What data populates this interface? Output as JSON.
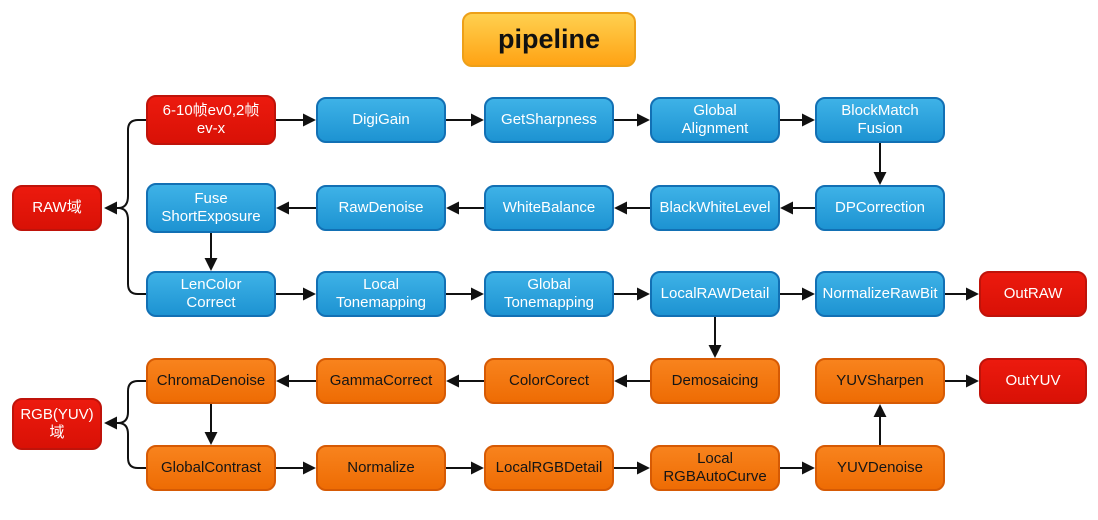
{
  "title": {
    "label": "pipeline"
  },
  "colors": {
    "blue_node": "#1d93d2",
    "orange_node": "#ee6c04",
    "red_node": "#d91106",
    "title_fill": "#ffa314",
    "connector": "#111111"
  },
  "nodes": {
    "input_frames": {
      "label": "6-10帧ev0,2帧\nev-x"
    },
    "digi_gain": {
      "label": "DigiGain"
    },
    "get_sharpness": {
      "label": "GetSharpness"
    },
    "global_alignment": {
      "label": "Global\nAlignment"
    },
    "block_match_fusion": {
      "label": "BlockMatch\nFusion"
    },
    "raw_domain": {
      "label": "RAW域"
    },
    "fuse_short_exposure": {
      "label": "Fuse\nShortExposure"
    },
    "raw_denoise": {
      "label": "RawDenoise"
    },
    "white_balance": {
      "label": "WhiteBalance"
    },
    "black_white_level": {
      "label": "BlackWhiteLevel"
    },
    "dp_correction": {
      "label": "DPCorrection"
    },
    "len_color_correct": {
      "label": "LenColor\nCorrect"
    },
    "local_tonemapping": {
      "label": "Local\nTonemapping"
    },
    "global_tonemapping": {
      "label": "Global\nTonemapping"
    },
    "local_raw_detail": {
      "label": "LocalRAWDetail"
    },
    "normalize_raw_bit": {
      "label": "NormalizeRawBit"
    },
    "out_raw": {
      "label": "OutRAW"
    },
    "chroma_denoise": {
      "label": "ChromaDenoise"
    },
    "gamma_correct": {
      "label": "GammaCorrect"
    },
    "color_corect": {
      "label": "ColorCorect"
    },
    "demosaicing": {
      "label": "Demosaicing"
    },
    "yuv_sharpen": {
      "label": "YUVSharpen"
    },
    "out_yuv": {
      "label": "OutYUV"
    },
    "rgb_domain": {
      "label": "RGB(YUV)\n域"
    },
    "global_contrast": {
      "label": "GlobalContrast"
    },
    "normalize": {
      "label": "Normalize"
    },
    "local_rgb_detail": {
      "label": "LocalRGBDetail"
    },
    "local_rgb_auto_curve": {
      "label": "Local\nRGBAutoCurve"
    },
    "yuv_denoise": {
      "label": "YUVDenoise"
    }
  },
  "edges": [
    {
      "from": "input_frames",
      "to": "digi_gain"
    },
    {
      "from": "digi_gain",
      "to": "get_sharpness"
    },
    {
      "from": "get_sharpness",
      "to": "global_alignment"
    },
    {
      "from": "global_alignment",
      "to": "block_match_fusion"
    },
    {
      "from": "block_match_fusion",
      "to": "dp_correction"
    },
    {
      "from": "dp_correction",
      "to": "black_white_level"
    },
    {
      "from": "black_white_level",
      "to": "white_balance"
    },
    {
      "from": "white_balance",
      "to": "raw_denoise"
    },
    {
      "from": "raw_denoise",
      "to": "fuse_short_exposure"
    },
    {
      "from": "fuse_short_exposure",
      "to": "len_color_correct"
    },
    {
      "from": "input_frames",
      "to": "raw_domain"
    },
    {
      "from": "len_color_correct",
      "to": "raw_domain"
    },
    {
      "from": "len_color_correct",
      "to": "local_tonemapping"
    },
    {
      "from": "local_tonemapping",
      "to": "global_tonemapping"
    },
    {
      "from": "global_tonemapping",
      "to": "local_raw_detail"
    },
    {
      "from": "local_raw_detail",
      "to": "normalize_raw_bit"
    },
    {
      "from": "normalize_raw_bit",
      "to": "out_raw"
    },
    {
      "from": "local_raw_detail",
      "to": "demosaicing"
    },
    {
      "from": "demosaicing",
      "to": "color_corect"
    },
    {
      "from": "color_corect",
      "to": "gamma_correct"
    },
    {
      "from": "gamma_correct",
      "to": "chroma_denoise"
    },
    {
      "from": "chroma_denoise",
      "to": "global_contrast"
    },
    {
      "from": "chroma_denoise",
      "to": "rgb_domain"
    },
    {
      "from": "global_contrast",
      "to": "rgb_domain"
    },
    {
      "from": "global_contrast",
      "to": "normalize"
    },
    {
      "from": "normalize",
      "to": "local_rgb_detail"
    },
    {
      "from": "local_rgb_detail",
      "to": "local_rgb_auto_curve"
    },
    {
      "from": "local_rgb_auto_curve",
      "to": "yuv_denoise"
    },
    {
      "from": "yuv_denoise",
      "to": "yuv_sharpen"
    },
    {
      "from": "yuv_sharpen",
      "to": "out_yuv"
    }
  ]
}
